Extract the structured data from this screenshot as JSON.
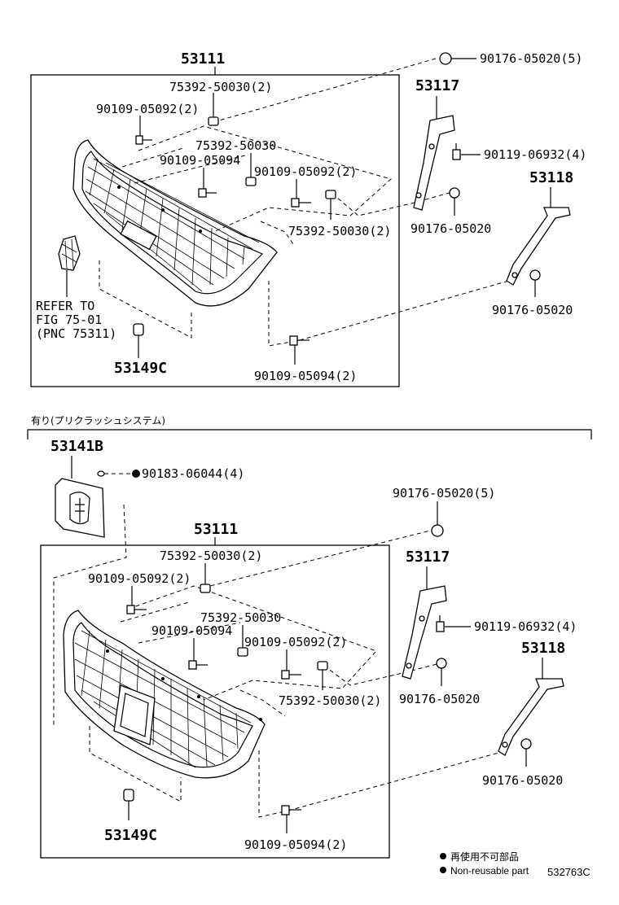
{
  "top": {
    "main_part": "53111",
    "labels": {
      "clip_5": "90176-05020(5)",
      "bracket_l": "53117",
      "nut_75392_2a": "75392-50030(2)",
      "screw_90109_2a": "90109-05092(2)",
      "nut_75392": "75392-50030",
      "screw_90109_94": "90109-05094",
      "screw_90109_2b": "90109-05092(2)",
      "bolt_90119": "90119-06932(4)",
      "bracket_r": "53118",
      "clip_a": "90176-05020",
      "nut_75392_2b": "75392-50030(2)",
      "clip_b": "90176-05020",
      "refer1": "REFER TO",
      "refer2": "FIG 75-01",
      "refer3": "(PNC 75311)",
      "emblem_clip": "53149C",
      "screw_bottom": "90109-05094(2)"
    }
  },
  "section_caption": "有り(プリクラッシュシステム)",
  "bottom": {
    "emblem": "53141B",
    "emblem_nut": "90183-06044(4)",
    "main_part": "53111",
    "labels": {
      "clip_5": "90176-05020(5)",
      "bracket_l": "53117",
      "nut_75392_2a": "75392-50030(2)",
      "screw_90109_2a": "90109-05092(2)",
      "nut_75392": "75392-50030",
      "screw_90109_94": "90109-05094",
      "screw_90109_2b": "90109-05092(2)",
      "bolt_90119": "90119-06932(4)",
      "bracket_r": "53118",
      "clip_a": "90176-05020",
      "nut_75392_2b": "75392-50030(2)",
      "clip_b": "90176-05020",
      "emblem_clip": "53149C",
      "screw_bottom": "90109-05094(2)"
    }
  },
  "legend": {
    "jp": "再使用不可部品",
    "en": "Non-reusable part"
  },
  "figure_id": "532763C"
}
